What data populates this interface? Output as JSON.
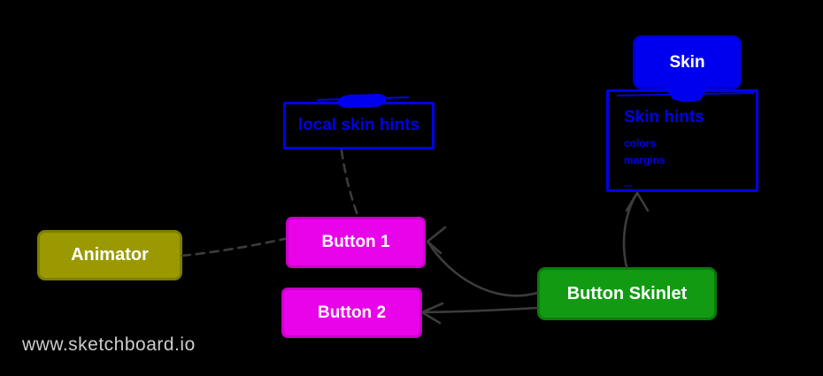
{
  "background": "#000000",
  "watermark": {
    "text": "www.sketchboard.io",
    "color": "#CCCCCC"
  },
  "colors": {
    "blue": "#0000EE",
    "magenta": "#E903E9",
    "green": "#129B12",
    "olive": "#9A9A00",
    "edge_gray": "#3C3C3C",
    "label_white": "#FFFFFF"
  },
  "nodes": {
    "skin": {
      "label": "Skin",
      "fill": "#0000EE",
      "text_color": "#FFFFFF"
    },
    "skin_hints": {
      "title": "Skin hints",
      "items": [
        "colors",
        "margins",
        "..."
      ],
      "border_color": "#0000EE",
      "text_color": "#0000EE"
    },
    "local_skin_hints": {
      "label": "local skin hints",
      "border_color": "#0000EE",
      "text_color": "#0000EE"
    },
    "animator": {
      "label": "Animator",
      "fill": "#9A9A00",
      "text_color": "#FFFFFF"
    },
    "button_1": {
      "label": "Button 1",
      "fill": "#E903E9",
      "text_color": "#FFFFFF"
    },
    "button_2": {
      "label": "Button 2",
      "fill": "#E903E9",
      "text_color": "#FFFFFF"
    },
    "button_skinlet": {
      "label": "Button Skinlet",
      "fill": "#129B12",
      "text_color": "#FFFFFF"
    }
  },
  "edges": [
    {
      "from": "Animator",
      "to": "Button 1",
      "style": "dashed",
      "arrowhead": false
    },
    {
      "from": "local skin hints",
      "to": "Button 1",
      "style": "dashed",
      "arrowhead": false
    },
    {
      "from": "Button Skinlet",
      "to": "Button 1",
      "style": "solid",
      "arrowhead": true
    },
    {
      "from": "Button Skinlet",
      "to": "Button 2",
      "style": "solid",
      "arrowhead": true
    },
    {
      "from": "Button Skinlet",
      "to": "Skin hints",
      "style": "solid",
      "arrowhead": true
    }
  ]
}
